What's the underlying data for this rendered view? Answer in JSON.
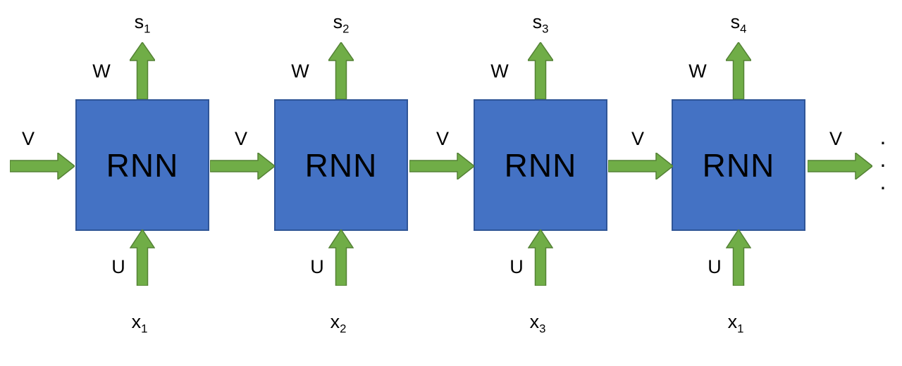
{
  "diagram": {
    "type": "unrolled-rnn"
  },
  "colors": {
    "background": "#ffffff",
    "box_fill": "#4472C4",
    "box_border": "#2F5597",
    "arrow_fill": "#70AD47",
    "arrow_border": "#548235",
    "text": "#000000"
  },
  "units": [
    {
      "block_label": "RNN",
      "output_label": {
        "base": "s",
        "sub": "1"
      },
      "output_weight_label": "W",
      "input_weight_label": "U",
      "input_label": {
        "base": "x",
        "sub": "1"
      }
    },
    {
      "block_label": "RNN",
      "output_label": {
        "base": "s",
        "sub": "2"
      },
      "output_weight_label": "W",
      "input_weight_label": "U",
      "input_label": {
        "base": "x",
        "sub": "2"
      }
    },
    {
      "block_label": "RNN",
      "output_label": {
        "base": "s",
        "sub": "3"
      },
      "output_weight_label": "W",
      "input_weight_label": "U",
      "input_label": {
        "base": "x",
        "sub": "3"
      }
    },
    {
      "block_label": "RNN",
      "output_label": {
        "base": "s",
        "sub": "4"
      },
      "output_weight_label": "W",
      "input_weight_label": "U",
      "input_label": {
        "base": "x",
        "sub": "1"
      }
    }
  ],
  "recurrent_arrows": [
    {
      "label": "V"
    },
    {
      "label": "V"
    },
    {
      "label": "V"
    },
    {
      "label": "V"
    },
    {
      "label": "V"
    }
  ],
  "ellipsis": {
    "dots": [
      ".",
      ".",
      "."
    ]
  }
}
